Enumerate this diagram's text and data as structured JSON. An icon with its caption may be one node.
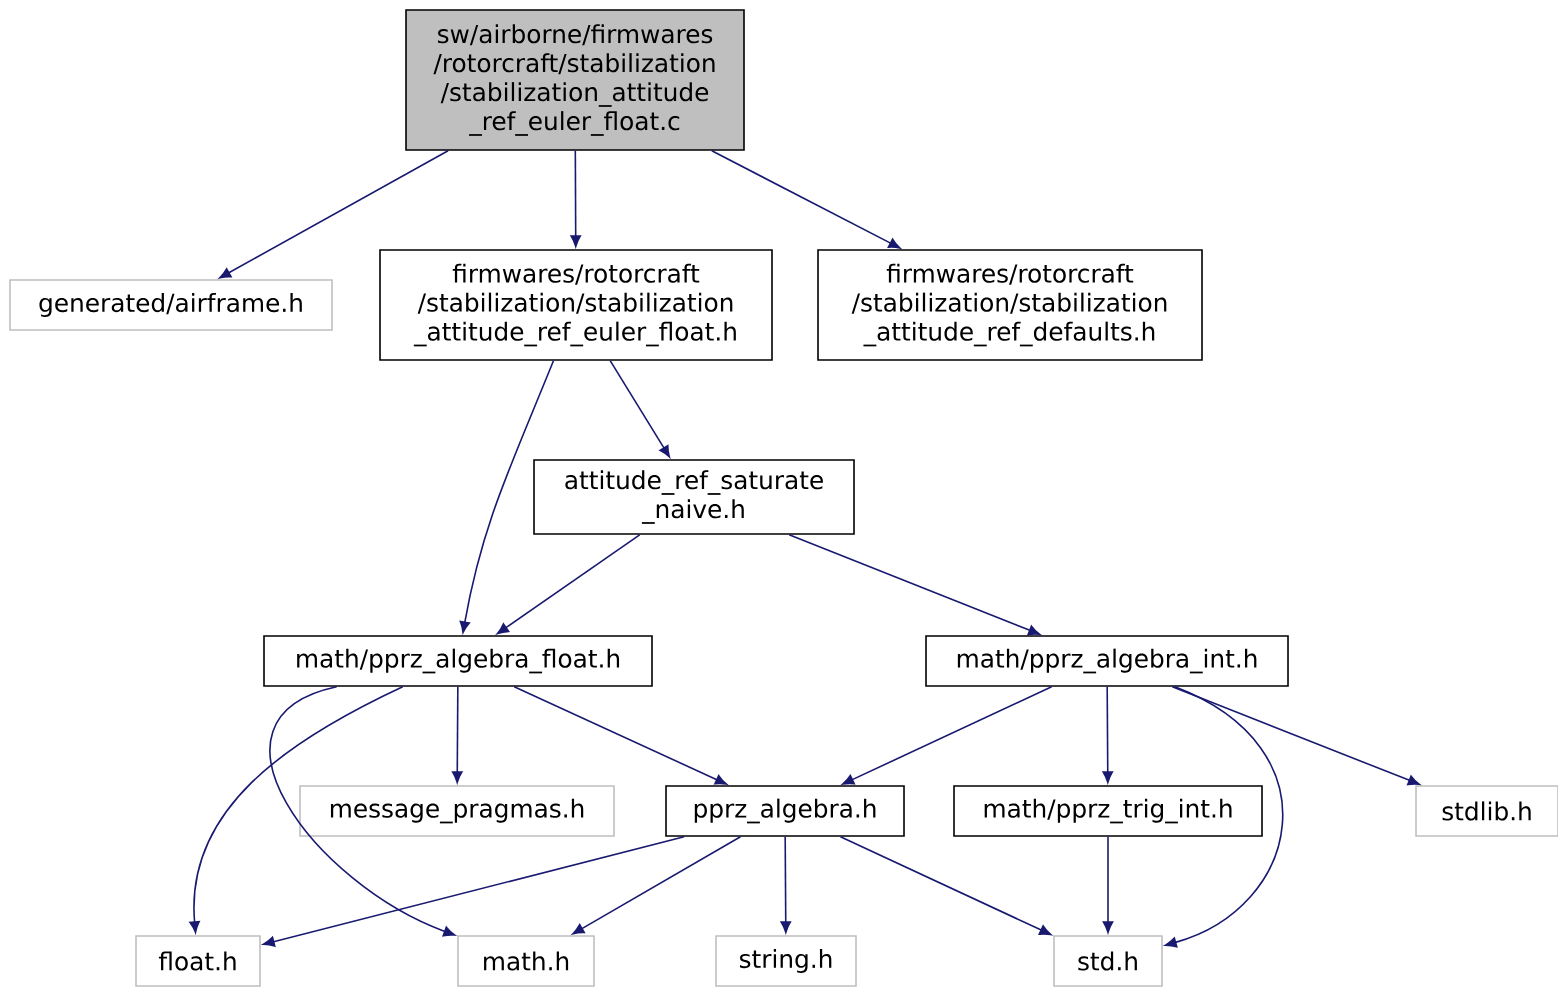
{
  "diagram": {
    "nodes": [
      {
        "text": [
          "sw/airborne/firmwares /rotorcraft/stabilization /stabilization_attitude _ref_euler_float.c"
        ]
      },
      {
        "text": [
          "generated/airframe.h"
        ]
      },
      {
        "text": [
          "firmwares/rotorcraft /stabilization/stabilization _attitude_ref_euler_float.h"
        ]
      },
      {
        "text": [
          "firmwares/rotorcraft /stabilization/stabilization _attitude_ref_defaults.h"
        ]
      },
      {
        "text": [
          "attitude_ref_saturate _naive.h"
        ]
      },
      {
        "text": [
          "math/pprz_algebra_float.h"
        ]
      },
      {
        "text": [
          "math/pprz_algebra_int.h"
        ]
      },
      {
        "text": [
          "message_pragmas.h"
        ]
      },
      {
        "text": [
          "pprz_algebra.h"
        ]
      },
      {
        "text": [
          "math/pprz_trig_int.h"
        ]
      },
      {
        "text": [
          "stdlib.h"
        ]
      },
      {
        "text": [
          "float.h"
        ]
      },
      {
        "text": [
          "math.h"
        ]
      },
      {
        "text": [
          "string.h"
        ]
      },
      {
        "text": [
          "std.h"
        ]
      }
    ],
    "edges": [
      {
        "from": 0,
        "to": 1,
        "arrow": "to"
      },
      {
        "from": 0,
        "to": 2,
        "arrow": "to"
      },
      {
        "from": 0,
        "to": 3,
        "arrow": "to"
      },
      {
        "from": 2,
        "to": 5,
        "arrow": "to"
      },
      {
        "from": 2,
        "to": 4,
        "arrow": "to"
      },
      {
        "from": 4,
        "to": 5,
        "arrow": "to"
      },
      {
        "from": 4,
        "to": 6,
        "arrow": "to"
      },
      {
        "from": 5,
        "to": 11,
        "arrow": "to"
      },
      {
        "from": 5,
        "to": 12,
        "arrow": "to"
      },
      {
        "from": 5,
        "to": 7,
        "arrow": "to"
      },
      {
        "from": 5,
        "to": 8,
        "arrow": "to"
      },
      {
        "from": 6,
        "to": 8,
        "arrow": "to"
      },
      {
        "from": 6,
        "to": 9,
        "arrow": "to"
      },
      {
        "from": 6,
        "to": 14,
        "arrow": "to"
      },
      {
        "from": 6,
        "to": 10,
        "arrow": "to"
      },
      {
        "from": 8,
        "to": 11,
        "arrow": "to"
      },
      {
        "from": 8,
        "to": 12,
        "arrow": "to"
      },
      {
        "from": 8,
        "to": 13,
        "arrow": "to"
      },
      {
        "from": 8,
        "to": 14,
        "arrow": "to"
      },
      {
        "from": 9,
        "to": 14,
        "arrow": "to"
      }
    ]
  }
}
